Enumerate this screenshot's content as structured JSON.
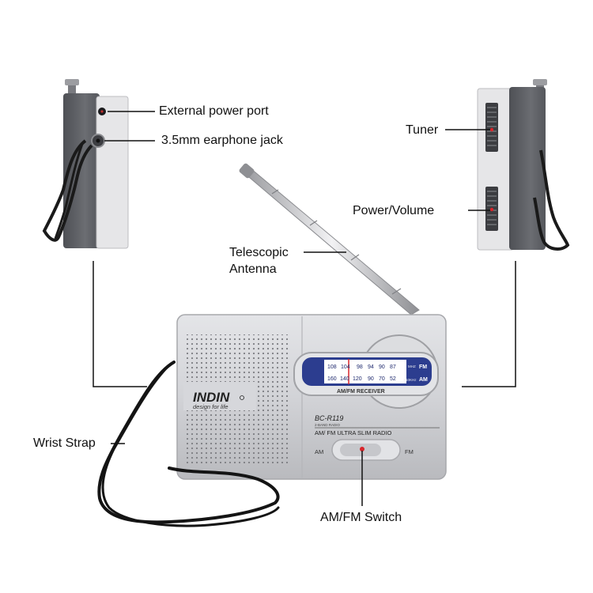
{
  "labels": {
    "external_power_port": "External power port",
    "earphone_jack": "3.5mm earphone jack",
    "tuner": "Tuner",
    "power_volume": "Power/Volume",
    "antenna_line1": "Telescopic",
    "antenna_line2": "Antenna",
    "wrist_strap": "Wrist Strap",
    "am_fm_switch": "AM/FM Switch"
  },
  "radio": {
    "brand": "INDIN",
    "tagline": "design for life",
    "model": "BC-R119",
    "band_note": "2-BAND RADIO",
    "subtitle": "AM/ FM ULTRA SLIM RADIO",
    "dial_caption": "AM/FM RECEIVER",
    "switch_left": "AM",
    "switch_right": "FM",
    "fm_scale": [
      "108",
      "104",
      "98",
      "94",
      "90",
      "87"
    ],
    "am_scale": [
      "160",
      "140",
      "120",
      "90",
      "70",
      "52"
    ],
    "fm_unit": "MHZ",
    "am_unit": "X10KHz",
    "fm_band": "FM",
    "am_band": "AM"
  },
  "colors": {
    "silver": "#cfd0d4",
    "dark_grey": "#5f6166",
    "dial_blue": "#2c3d8f",
    "indicator_red": "#d8252a",
    "line": "#111111"
  }
}
